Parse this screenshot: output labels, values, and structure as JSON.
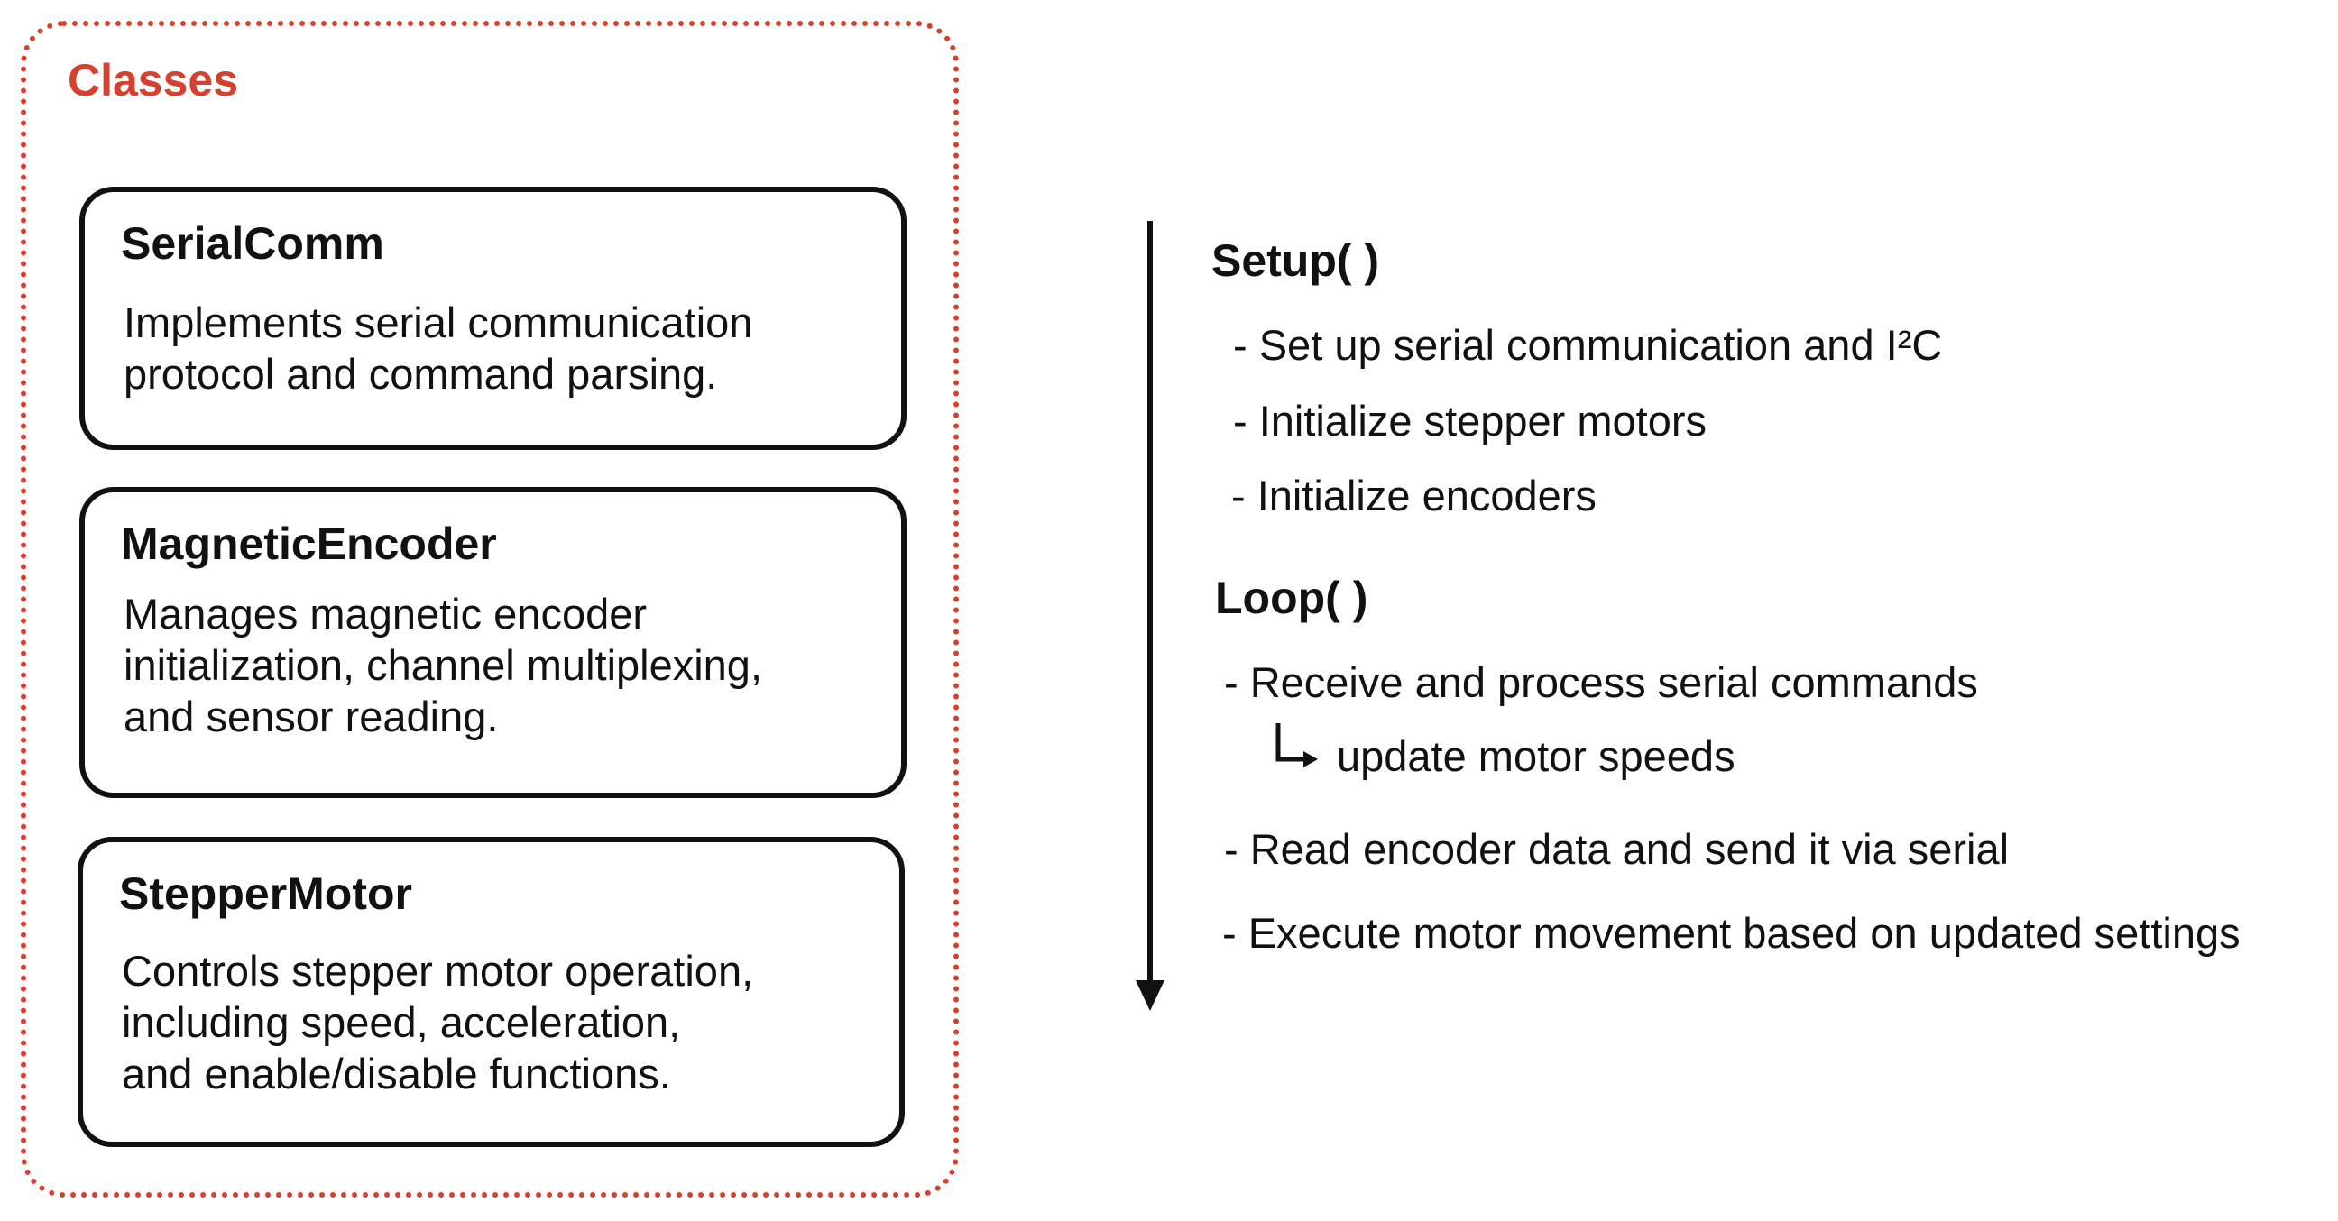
{
  "classes": {
    "title": "Classes",
    "items": [
      {
        "name": "SerialComm",
        "description": "Implements serial communication\nprotocol and command parsing."
      },
      {
        "name": "MagneticEncoder",
        "description": "Manages magnetic encoder\ninitialization, channel multiplexing,\nand sensor reading."
      },
      {
        "name": "StepperMotor",
        "description": "Controls stepper motor operation,\nincluding speed, acceleration,\nand enable/disable functions."
      }
    ]
  },
  "flow": {
    "setup": {
      "title": "Setup( )",
      "steps": [
        "- Set up serial communication and I²C",
        "- Initialize stepper motors",
        "- Initialize encoders"
      ]
    },
    "loop": {
      "title": "Loop( )",
      "steps": [
        "- Receive and process serial commands",
        "update motor speeds",
        "- Read encoder data and send it via serial",
        "- Execute motor movement based on updated settings"
      ]
    }
  }
}
